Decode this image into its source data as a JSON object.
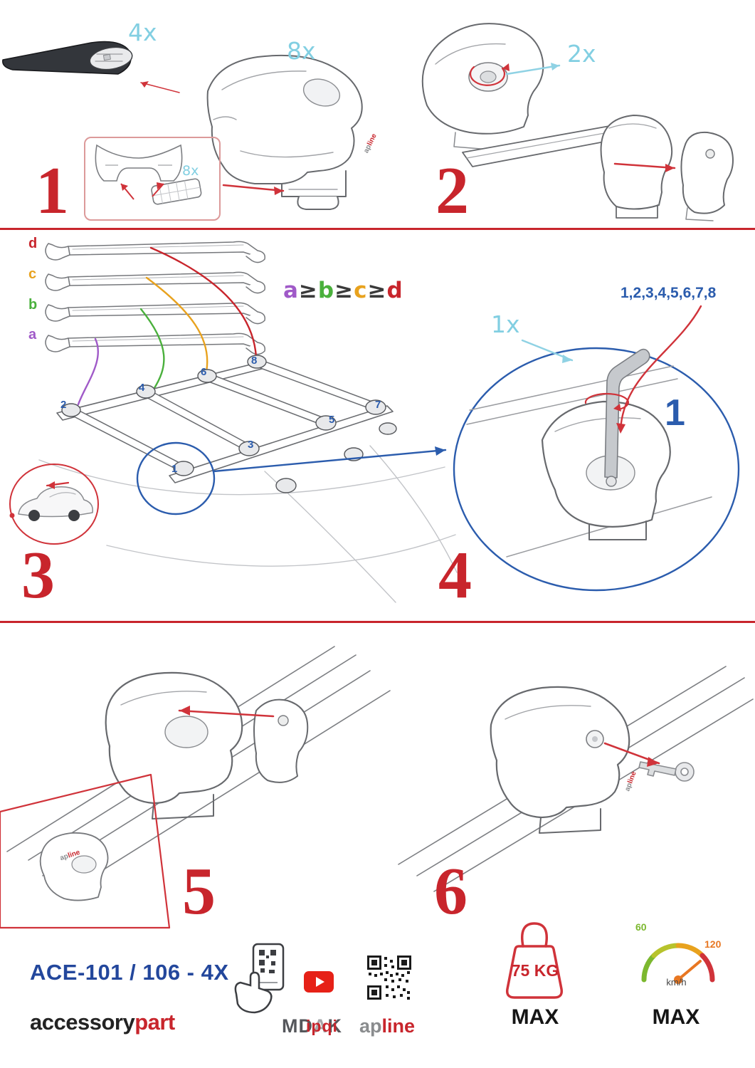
{
  "colors": {
    "accent_red": "#c8252c",
    "qty_cyan": "#82cfe2",
    "number_blue": "#2b5cad",
    "bar_a_purple": "#a05ac8",
    "bar_b_green": "#4ab03c",
    "bar_c_orange": "#e8a21e",
    "bar_d_red": "#c8252c",
    "youtube_red": "#e62117"
  },
  "step1": {
    "number": "1",
    "bar_qty": "4x",
    "foot_qty": "8x",
    "pad_qty": "8x"
  },
  "step2": {
    "number": "2",
    "knob_qty": "2x"
  },
  "step3": {
    "number": "3",
    "bar_labels": [
      "d",
      "c",
      "b",
      "a"
    ],
    "formula": {
      "a": "a",
      "b": "b",
      "c": "c",
      "d": "d",
      "ge": "≥"
    },
    "positions": [
      "1",
      "2",
      "3",
      "4",
      "5",
      "6",
      "7",
      "8"
    ]
  },
  "step4": {
    "number": "4",
    "tool_qty": "1x",
    "tighten_sequence": "1,2,3,4,5,6,7,8",
    "first_position": "1"
  },
  "step5": {
    "number": "5"
  },
  "step6": {
    "number": "6"
  },
  "footer": {
    "model": "ACE-101 / 106 - 4X",
    "brand_black": "accessory",
    "brand_red": "part",
    "mdak_md": "MD",
    "mdak_a": "A",
    "mdak_k": "K",
    "ipqi": "ipqi",
    "apline_gray": "ap",
    "apline_red": "line",
    "weight_value": "75 KG",
    "weight_max": "MAX",
    "speed_low": "60",
    "speed_high": "120",
    "speed_unit": "km/h",
    "speed_max": "MAX"
  }
}
